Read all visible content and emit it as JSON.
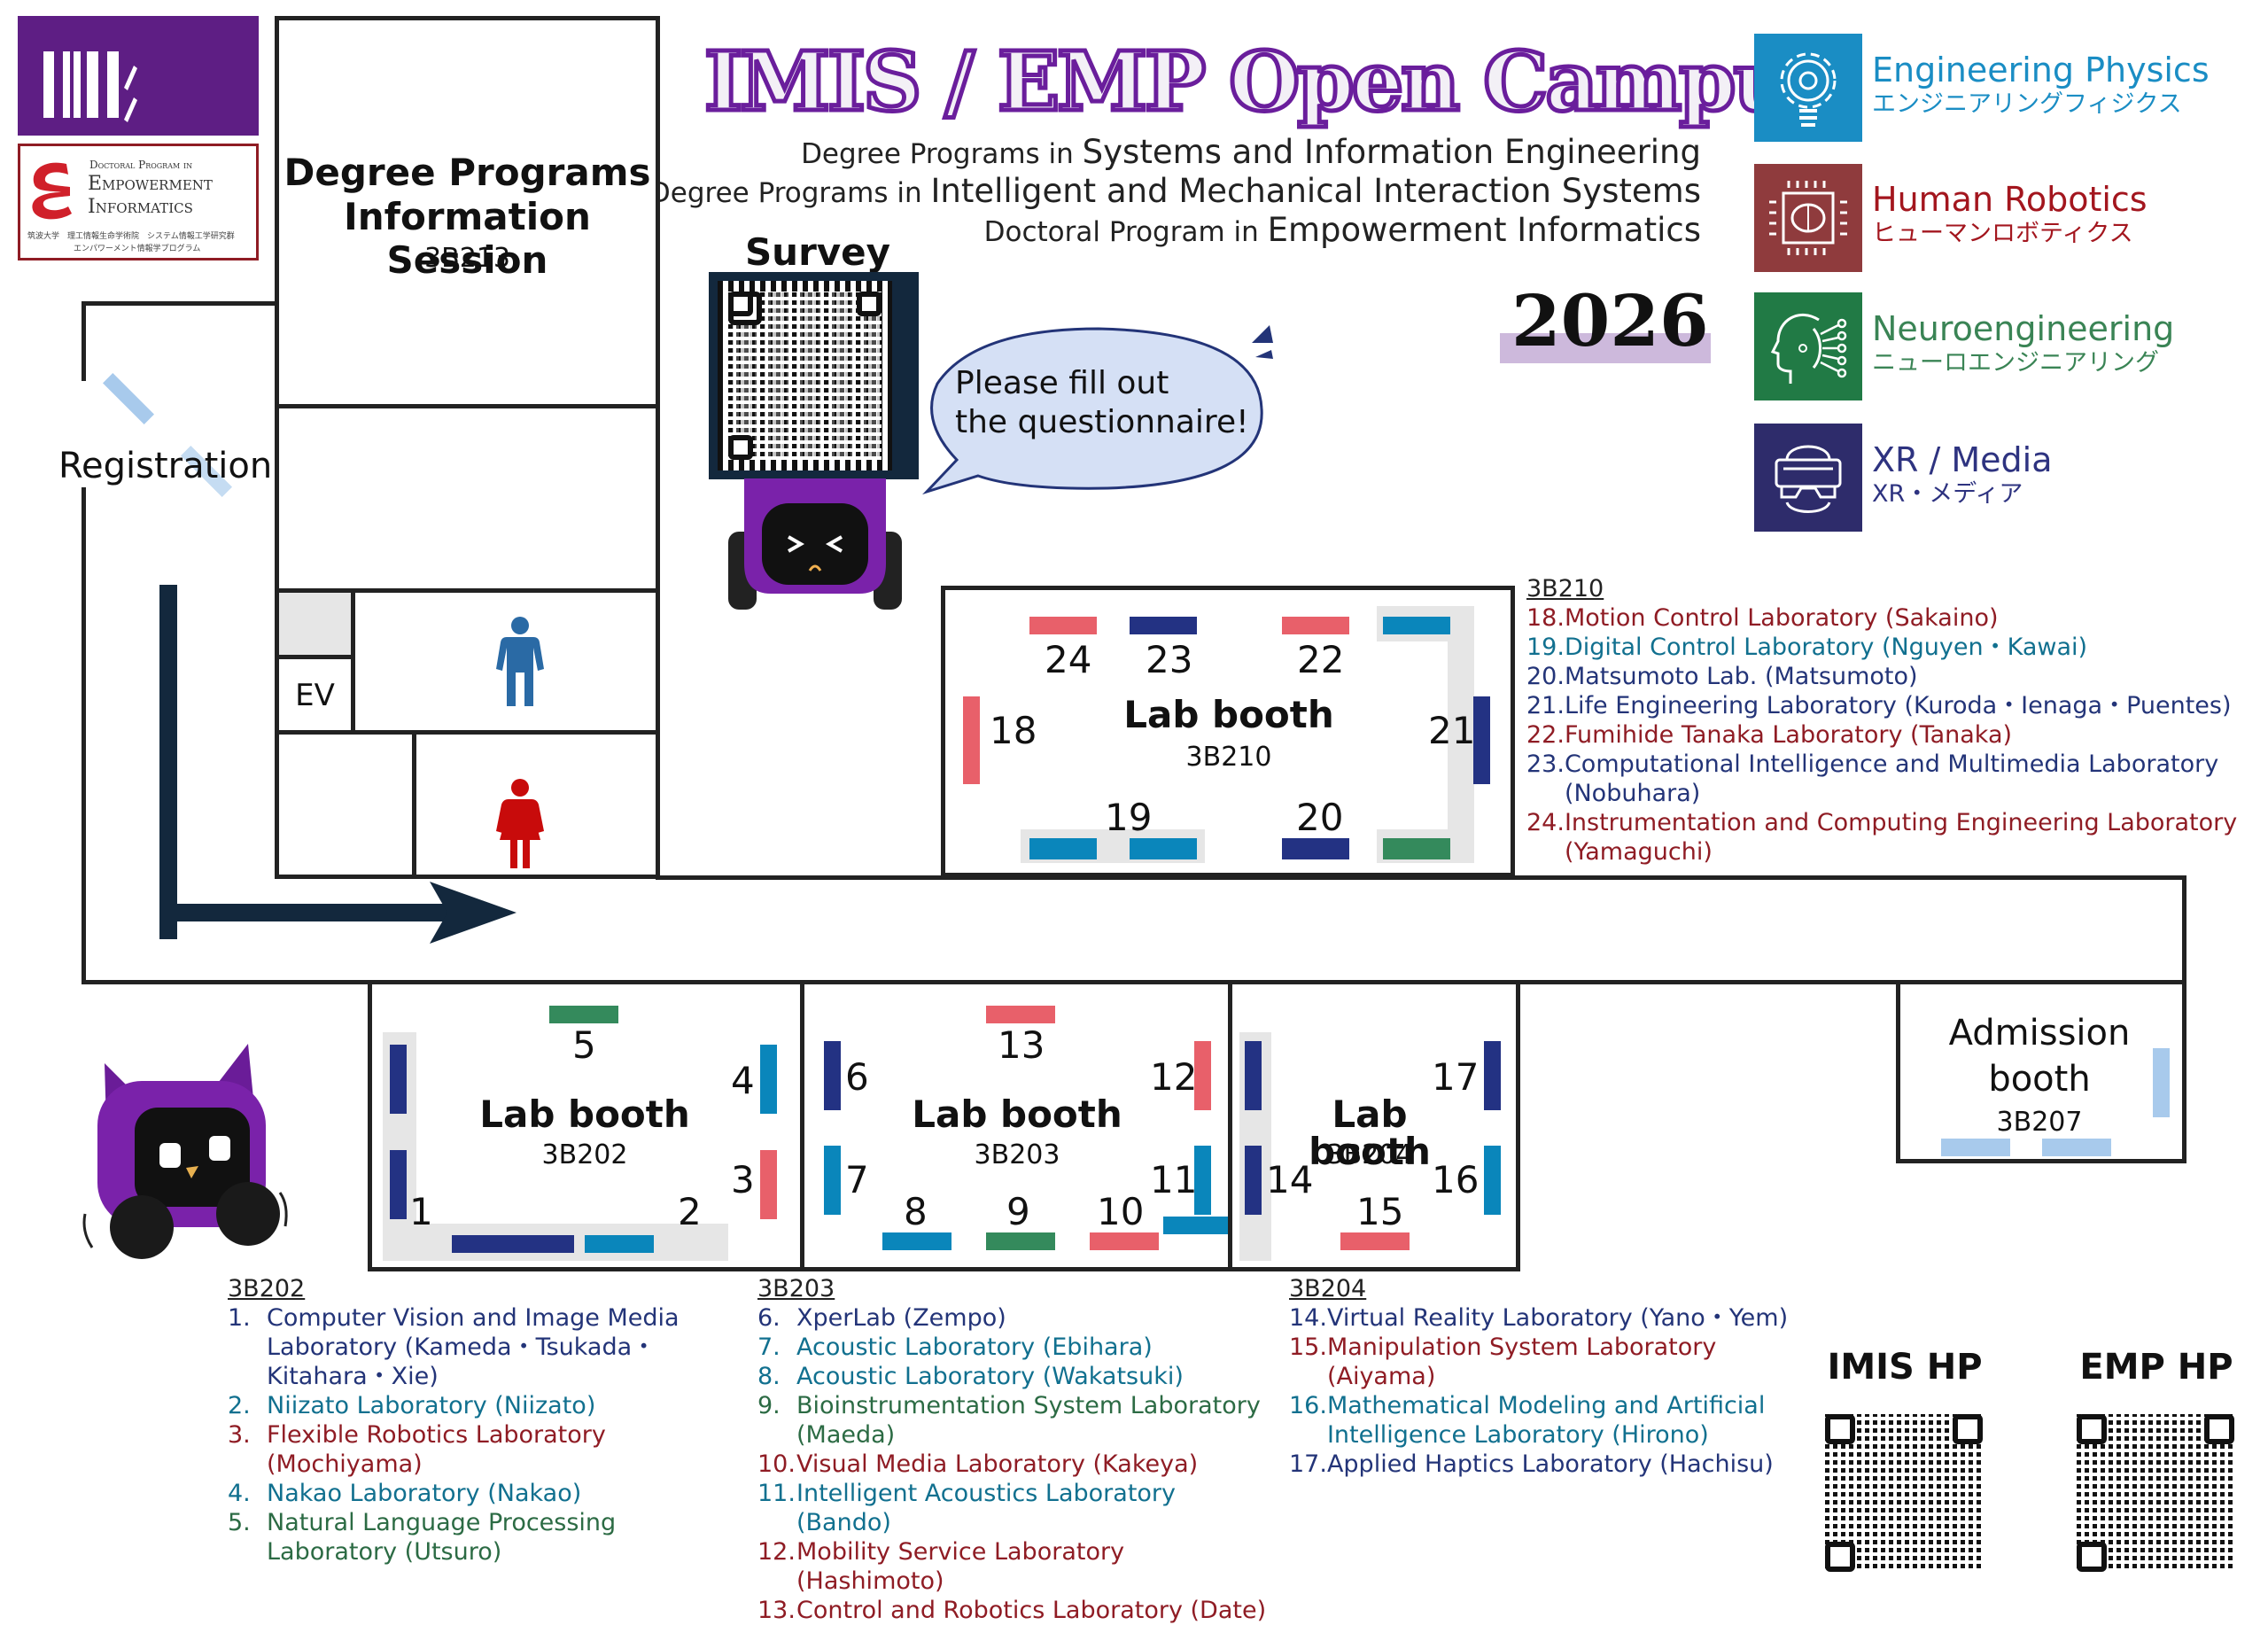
{
  "header": {
    "title": "IMIS / EMP Open Campus",
    "year": "2026",
    "programs": [
      {
        "prefix": "Degree Programs in",
        "name": "Systems and Information Engineering"
      },
      {
        "prefix": "Degree Programs in",
        "name": "Intelligent and Mechanical Interaction Systems"
      },
      {
        "prefix": "Doctoral Program in",
        "name": "Empowerment Informatics"
      }
    ]
  },
  "logos": {
    "imis": "IMIS",
    "emp": {
      "line1": "Doctoral Program in",
      "line2": "Empowerment",
      "line3": "Informatics",
      "jp1": "筑波大学　理工情報生命学術院　システム情報工学研究群",
      "jp2": "エンパワーメント情報学プログラム"
    }
  },
  "categories": [
    {
      "name": "Engineering Physics",
      "jp": "エンジニアリングフィジクス",
      "color": "#1a8dc4",
      "icon": "gear-bulb-icon"
    },
    {
      "name": "Human Robotics",
      "jp": "ヒューマンロボティクス",
      "color": "#8f3b3d",
      "icon": "brain-chip-icon"
    },
    {
      "name": "Neuroengineering",
      "jp": "ニューロエンジニアリング",
      "color": "#217a45",
      "icon": "head-network-icon"
    },
    {
      "name": "XR / Media",
      "jp": "XR・メディア",
      "color": "#2e2c6b",
      "icon": "vr-headset-icon"
    }
  ],
  "survey": {
    "label": "Survey",
    "bubble_line1": "Please fill out",
    "bubble_line2": "the questionnaire!"
  },
  "map": {
    "info_session": {
      "title_line1": "Degree Programs",
      "title_line2": "Information Session",
      "room": "3B213"
    },
    "registration": "Registration",
    "elevator": "EV",
    "lab_booth_label": "Lab booth",
    "rooms": {
      "r210": "3B210",
      "r202": "3B202",
      "r203": "3B203",
      "r204": "3B204",
      "r207": "3B207"
    },
    "admission": {
      "line1": "Admission",
      "line2": "booth",
      "room": "3B207"
    },
    "booth_numbers": [
      "1",
      "2",
      "3",
      "4",
      "5",
      "6",
      "7",
      "8",
      "9",
      "10",
      "11",
      "12",
      "13",
      "14",
      "15",
      "16",
      "17",
      "18",
      "19",
      "20",
      "21",
      "22",
      "23",
      "24"
    ]
  },
  "lists": {
    "r210": {
      "header": "3B210",
      "items": [
        {
          "num": "18.",
          "text": "Motion Control Laboratory (Sakaino)",
          "color": "red"
        },
        {
          "num": "19.",
          "text": "Digital Control Laboratory (Nguyen・Kawai)",
          "color": "cyan"
        },
        {
          "num": "20.",
          "text": "Matsumoto Lab. (Matsumoto)",
          "color": "navy"
        },
        {
          "num": "21.",
          "text": "Life Engineering Laboratory (Kuroda・Ienaga・Puentes)",
          "color": "navy"
        },
        {
          "num": "22.",
          "text": "Fumihide Tanaka Laboratory (Tanaka)",
          "color": "red"
        },
        {
          "num": "23.",
          "text": "Computational Intelligence and Multimedia Laboratory (Nobuhara)",
          "color": "navy"
        },
        {
          "num": "24.",
          "text": "Instrumentation and Computing Engineering Laboratory (Yamaguchi)",
          "color": "red"
        }
      ]
    },
    "r202": {
      "header": "3B202",
      "items": [
        {
          "num": "1.",
          "text": "Computer Vision and Image Media Laboratory (Kameda・Tsukada・Kitahara・Xie)",
          "color": "navy"
        },
        {
          "num": "2.",
          "text": "Niizato Laboratory (Niizato)",
          "color": "cyan"
        },
        {
          "num": "3.",
          "text": "Flexible Robotics Laboratory (Mochiyama)",
          "color": "red"
        },
        {
          "num": "4.",
          "text": "Nakao Laboratory (Nakao)",
          "color": "cyan"
        },
        {
          "num": "5.",
          "text": "Natural Language Processing Laboratory (Utsuro)",
          "color": "green"
        }
      ]
    },
    "r203": {
      "header": "3B203",
      "items": [
        {
          "num": "6.",
          "text": "XperLab (Zempo)",
          "color": "navy"
        },
        {
          "num": "7.",
          "text": "Acoustic Laboratory (Ebihara)",
          "color": "cyan"
        },
        {
          "num": "8.",
          "text": "Acoustic Laboratory (Wakatsuki)",
          "color": "cyan"
        },
        {
          "num": "9.",
          "text": "Bioinstrumentation System Laboratory (Maeda)",
          "color": "green"
        },
        {
          "num": "10.",
          "text": "Visual Media Laboratory (Kakeya)",
          "color": "red"
        },
        {
          "num": "11.",
          "text": "Intelligent Acoustics Laboratory (Bando)",
          "color": "cyan"
        },
        {
          "num": "12.",
          "text": "Mobility Service Laboratory (Hashimoto)",
          "color": "red"
        },
        {
          "num": "13.",
          "text": "Control and Robotics Laboratory (Date)",
          "color": "red"
        }
      ]
    },
    "r204": {
      "header": "3B204",
      "items": [
        {
          "num": "14.",
          "text": "Virtual Reality Laboratory (Yano・Yem)",
          "color": "navy"
        },
        {
          "num": "15.",
          "text": "Manipulation System Laboratory (Aiyama)",
          "color": "red"
        },
        {
          "num": "16.",
          "text": "Mathematical Modeling and Artificial Intelligence Laboratory (Hirono)",
          "color": "cyan"
        },
        {
          "num": "17.",
          "text": "Applied Haptics Laboratory (Hachisu)",
          "color": "navy"
        }
      ]
    }
  },
  "qr_links": {
    "imis": "IMIS HP",
    "emp": "EMP HP"
  },
  "colors": {
    "purple": "#5e1e84",
    "booth_red": "#e8606a",
    "booth_navy": "#233283",
    "booth_cyan": "#0a86bb",
    "booth_green": "#348a5c",
    "admission_light": "#a8caec",
    "arrow": "#13283d"
  }
}
